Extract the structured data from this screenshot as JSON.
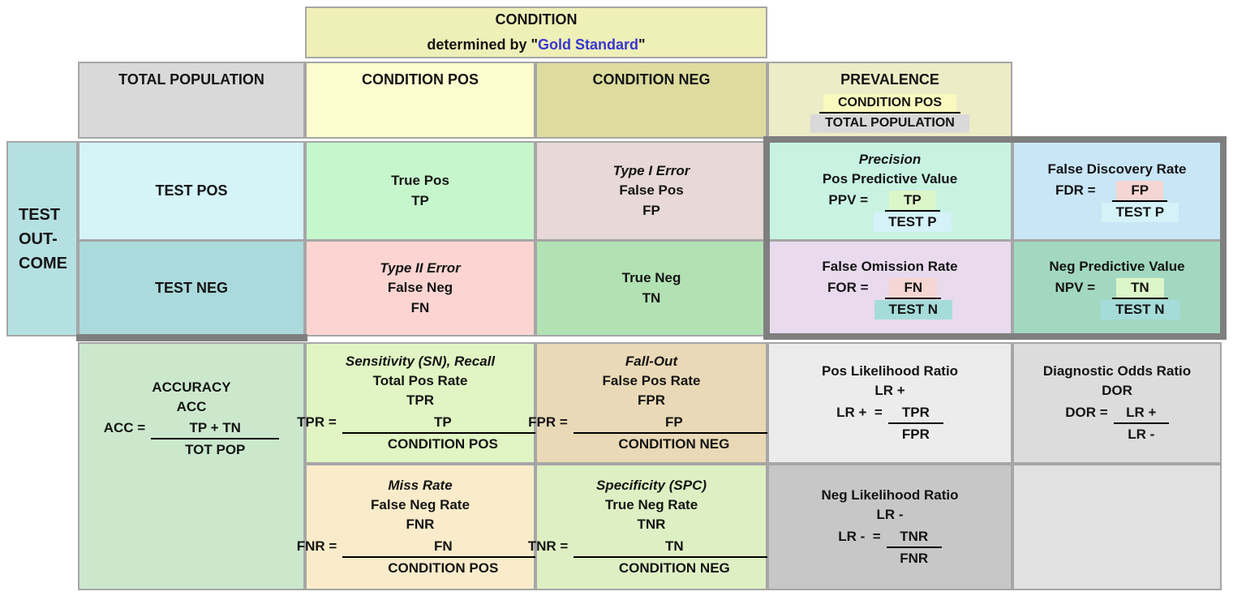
{
  "banner": {
    "title": "CONDITION",
    "subtitle_prefix": "determined by \"",
    "subtitle_link": "Gold Standard",
    "subtitle_suffix": "\""
  },
  "headers": {
    "total_population": "TOTAL POPULATION",
    "condition_pos": "CONDITION POS",
    "condition_neg": "CONDITION NEG",
    "prevalence": {
      "title": "PREVALENCE",
      "numerator": "CONDITION POS",
      "denominator": "TOTAL POPULATION"
    }
  },
  "outcome": {
    "label_line1": "TEST",
    "label_line2": "OUT-",
    "label_line3": "COME",
    "test_pos": "TEST POS",
    "test_neg": "TEST NEG"
  },
  "cells": {
    "tp": {
      "line1": "True Pos",
      "line2": "TP"
    },
    "fp": {
      "italic": "Type I Error",
      "line1": "False Pos",
      "line2": "FP"
    },
    "fn": {
      "italic": "Type II Error",
      "line1": "False Neg",
      "line2": "FN"
    },
    "tn": {
      "line1": "True Neg",
      "line2": "TN"
    },
    "ppv": {
      "italic": "Precision",
      "line1": "Pos Predictive Value",
      "lhs": "PPV =",
      "num": "TP",
      "den": "TEST P"
    },
    "fdr": {
      "line1": "False Discovery Rate",
      "lhs": "FDR =",
      "num": "FP",
      "den": "TEST P"
    },
    "for": {
      "line1": "False Omission Rate",
      "lhs": "FOR =",
      "num": "FN",
      "den": "TEST N"
    },
    "npv": {
      "line1": "Neg Predictive Value",
      "lhs": "NPV =",
      "num": "TN",
      "den": "TEST N"
    },
    "acc": {
      "line1": "ACCURACY",
      "line2": "ACC",
      "lhs": "ACC =",
      "num": "TP + TN",
      "den": "TOT POP"
    },
    "tpr": {
      "italic": "Sensitivity (SN), Recall",
      "line1": "Total Pos Rate",
      "line2": "TPR",
      "lhs": "TPR =",
      "num": "TP",
      "den": "CONDITION POS"
    },
    "fpr": {
      "italic": "Fall-Out",
      "line1": "False Pos Rate",
      "line2": "FPR",
      "lhs": "FPR =",
      "num": "FP",
      "den": "CONDITION NEG"
    },
    "fnr": {
      "italic": "Miss Rate",
      "line1": "False Neg Rate",
      "line2": "FNR",
      "lhs": "FNR =",
      "num": "FN",
      "den": "CONDITION POS"
    },
    "tnr": {
      "italic": "Specificity (SPC)",
      "line1": "True Neg Rate",
      "line2": "TNR",
      "lhs": "TNR =",
      "num": "TN",
      "den": "CONDITION NEG"
    },
    "lr_pos": {
      "line1": "Pos Likelihood Ratio",
      "line2": "LR +",
      "lhs": "LR +  =",
      "num": "TPR",
      "den": "FPR"
    },
    "lr_neg": {
      "line1": "Neg Likelihood Ratio",
      "line2": "LR -",
      "lhs": "LR -  =",
      "num": "TNR",
      "den": "FNR"
    },
    "dor": {
      "line1": "Diagnostic Odds Ratio",
      "line2": "DOR",
      "lhs": "DOR =",
      "num": "LR +",
      "den": "LR -"
    }
  },
  "colors": {
    "banner_bg": "#efefb8",
    "header_grey": "#d9d9d9",
    "condition_pos_bg": "#fdfdd0",
    "condition_neg_bg": "#dddc9e",
    "prevalence_bg": "#ececc6",
    "test_outcome_bg": "#b5e0e2",
    "test_pos_bg": "#d4f4f8",
    "test_neg_bg": "#abdadc",
    "tp_bg": "#c6f6cc",
    "fp_bg": "#e8d8d8",
    "fn_bg": "#fcd5d2",
    "tn_bg": "#b2e2b3",
    "ppv_bg": "#c8f3e3",
    "fdr_bg": "#c9e6f7",
    "for_bg": "#e9daee",
    "npv_bg": "#a2d8c0",
    "acc_bg": "#cbe8cd",
    "tpr_bg": "#e0f5c3",
    "fpr_bg": "#ead9b6",
    "lr_pos_bg": "#ececec",
    "dor_bg": "#dcdcdc",
    "fnr_bg": "#faecca",
    "tnr_bg": "#def0c3",
    "lr_neg_bg": "#c7c7c7",
    "empty_bg": "#e1e1e1",
    "hl_green": "#dcf6c9",
    "hl_cyan": "#d4f2f8",
    "hl_pink": "#f6d6d2",
    "hl_teal": "#a5dcda",
    "hl_yellow": "#fafabf",
    "hl_grey": "#d9d9d9",
    "link_blue": "#3636d2",
    "thin_border": "#a6a6a6",
    "thick_border": "#7f7f7f"
  }
}
